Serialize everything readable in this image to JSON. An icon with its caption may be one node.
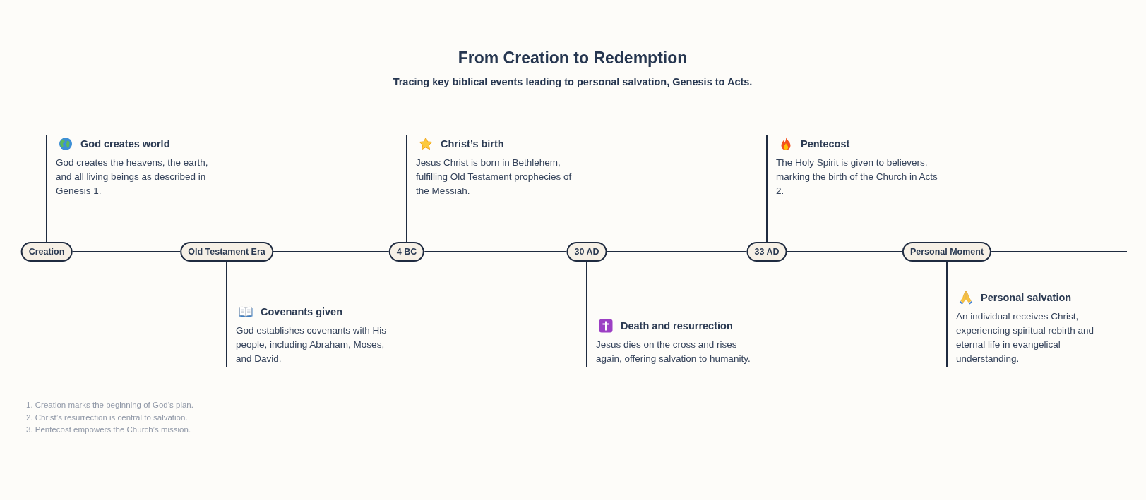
{
  "diagram": {
    "title": "From Creation to Redemption",
    "nodes": [
      {
        "text": [
          "Creation"
        ]
      },
      {
        "text": [
          "Old Testament Era"
        ]
      },
      {
        "text": [
          "4 BC"
        ]
      },
      {
        "text": [
          "30 AD"
        ]
      },
      {
        "text": [
          "33 AD"
        ]
      },
      {
        "text": [
          "Personal Moment"
        ]
      },
      {
        "text": [
          "God creates world",
          "God creates the heavens, the earth, and all living beings as described in Genesis 1."
        ]
      },
      {
        "text": [
          "Covenants given",
          "God establishes covenants with His people, including Abraham, Moses, and David."
        ]
      },
      {
        "text": [
          "Christ’s birth",
          "Jesus Christ is born in Bethlehem, fulfilling Old Testament prophecies of the Messiah."
        ]
      },
      {
        "text": [
          "Death and resurrection",
          "Jesus dies on the cross and rises again, offering salvation to humanity."
        ]
      },
      {
        "text": [
          "Pentecost",
          "The Holy Spirit is given to believers, marking the birth of the Church in Acts 2."
        ]
      },
      {
        "text": [
          "Personal salvation",
          "An individual receives Christ, experiencing spiritual rebirth and eternal life in evangelical understanding."
        ]
      }
    ],
    "edges": [
      {
        "from": 0,
        "to": 1,
        "arrow": "none"
      },
      {
        "from": 1,
        "to": 2,
        "arrow": "none"
      },
      {
        "from": 2,
        "to": 3,
        "arrow": "none"
      },
      {
        "from": 3,
        "to": 4,
        "arrow": "none"
      },
      {
        "from": 4,
        "to": 5,
        "arrow": "none"
      },
      {
        "from": 5,
        "to": null,
        "arrow": "none"
      },
      {
        "from": 0,
        "to": 6,
        "arrow": "none"
      },
      {
        "from": 1,
        "to": 7,
        "arrow": "none"
      },
      {
        "from": 2,
        "to": 8,
        "arrow": "none"
      },
      {
        "from": 3,
        "to": 9,
        "arrow": "none"
      },
      {
        "from": 4,
        "to": 10,
        "arrow": "none"
      },
      {
        "from": 5,
        "to": 11,
        "arrow": "none"
      }
    ],
    "labels": [
      "Tracing key biblical events leading to personal salvation, Genesis to Acts.",
      "1. Creation marks the beginning of God’s plan.",
      "2. Christ’s resurrection is central to salvation.",
      "3. Pentecost empowers the Church’s mission."
    ]
  }
}
